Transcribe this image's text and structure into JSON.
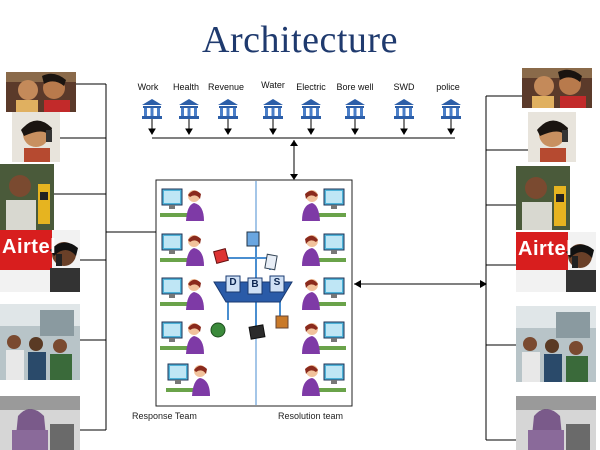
{
  "title": "Architecture",
  "departments": [
    {
      "label": "Work"
    },
    {
      "label": "Health"
    },
    {
      "label": "Revenue"
    },
    {
      "label": "Water"
    },
    {
      "label": "Electric"
    },
    {
      "label": "Bore well"
    },
    {
      "label": "SWD"
    },
    {
      "label": "police"
    }
  ],
  "center": {
    "db_letters": [
      "D",
      "B",
      "S"
    ],
    "response_team": "Response Team",
    "resolution_team": "Resolution team"
  },
  "photo_banner_text": "Airtel",
  "colors": {
    "title": "#1f3a6e",
    "bank": "#2c5ea8",
    "agent_shirt": "#7e3aa6",
    "monitor": "#4fb3d9",
    "db_blue": "#2a5ba8"
  }
}
